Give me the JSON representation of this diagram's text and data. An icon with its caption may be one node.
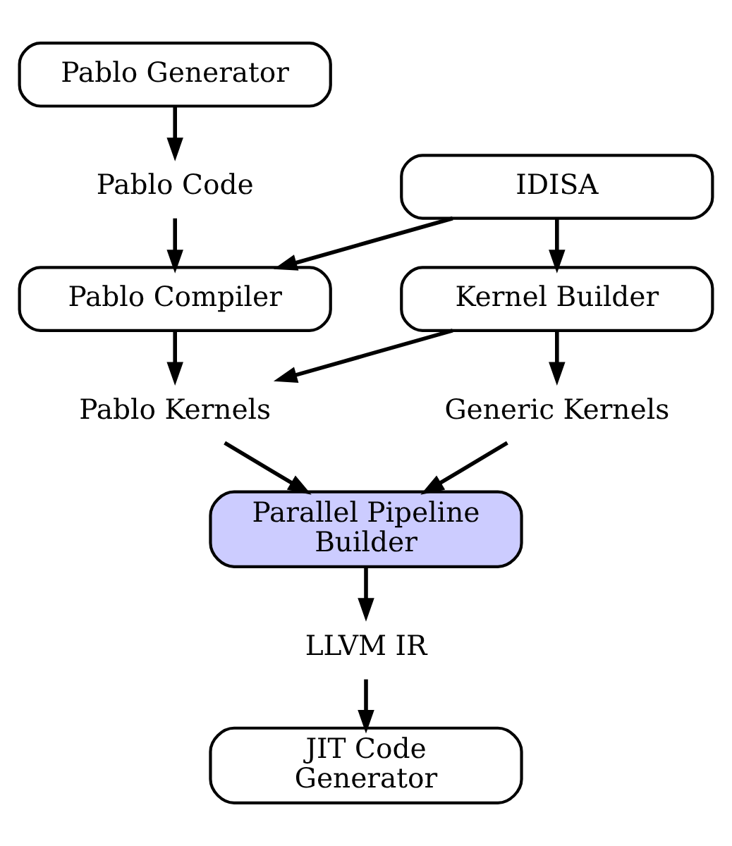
{
  "diagram": {
    "nodes": [
      {
        "text": [
          "Pablo Generator"
        ]
      },
      {
        "text": [
          "Pablo Code"
        ]
      },
      {
        "text": [
          "IDISA"
        ]
      },
      {
        "text": [
          "Pablo Compiler"
        ]
      },
      {
        "text": [
          "Kernel Builder"
        ]
      },
      {
        "text": [
          "Pablo Kernels"
        ]
      },
      {
        "text": [
          "Generic Kernels"
        ]
      },
      {
        "text": [
          "Parallel Pipeline Builder"
        ]
      },
      {
        "text": [
          "LLVM IR"
        ]
      },
      {
        "text": [
          "JIT Code Generator"
        ]
      }
    ],
    "edges": [
      {
        "from": 0,
        "to": 1,
        "arrow": "to"
      },
      {
        "from": 1,
        "to": 3,
        "arrow": "to"
      },
      {
        "from": 2,
        "to": 3,
        "arrow": "to"
      },
      {
        "from": 2,
        "to": 4,
        "arrow": "to"
      },
      {
        "from": 3,
        "to": 5,
        "arrow": "to"
      },
      {
        "from": 4,
        "to": 5,
        "arrow": "to"
      },
      {
        "from": 4,
        "to": 6,
        "arrow": "to"
      },
      {
        "from": 5,
        "to": 7,
        "arrow": "to"
      },
      {
        "from": 6,
        "to": 7,
        "arrow": "to"
      },
      {
        "from": 7,
        "to": 8,
        "arrow": "to"
      },
      {
        "from": 8,
        "to": 9,
        "arrow": "to"
      }
    ]
  }
}
